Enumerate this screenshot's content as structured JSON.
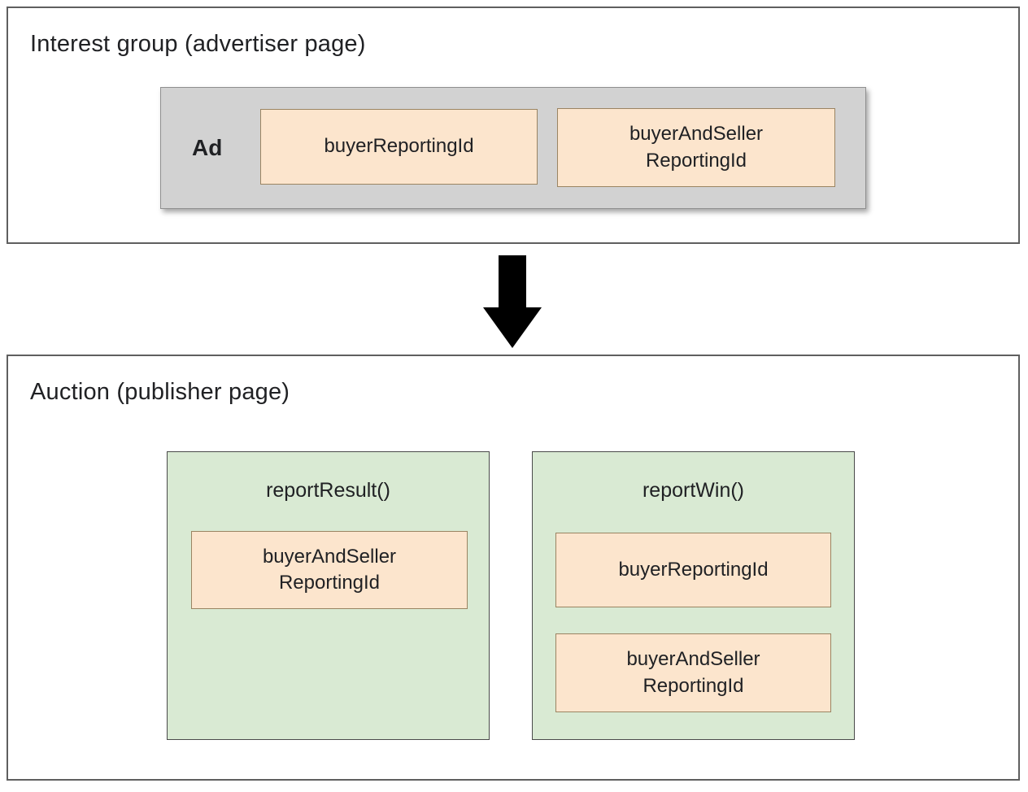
{
  "interest_group_panel": {
    "title": "Interest group (advertiser page)",
    "ad": {
      "label": "Ad",
      "ids": [
        "buyerReportingId",
        "buyerAndSeller\nReportingId"
      ]
    }
  },
  "arrow": {
    "direction": "down",
    "color": "#000000"
  },
  "auction_panel": {
    "title": "Auction (publisher page)",
    "report_result": {
      "title": "reportResult()",
      "ids": [
        "buyerAndSeller\nReportingId"
      ]
    },
    "report_win": {
      "title": "reportWin()",
      "ids": [
        "buyerReportingId",
        "buyerAndSeller\nReportingId"
      ]
    }
  },
  "colors": {
    "peach_fill": "#fce5cd",
    "peach_border": "#9a8462",
    "green_fill": "#d9ead3",
    "green_border": "#4a4a4a",
    "ad_gray_fill": "#d2d2d2",
    "ad_gray_border": "#8f8f8f",
    "panel_border": "#5f5f5f",
    "arrow": "#000000",
    "text": "#202124"
  }
}
